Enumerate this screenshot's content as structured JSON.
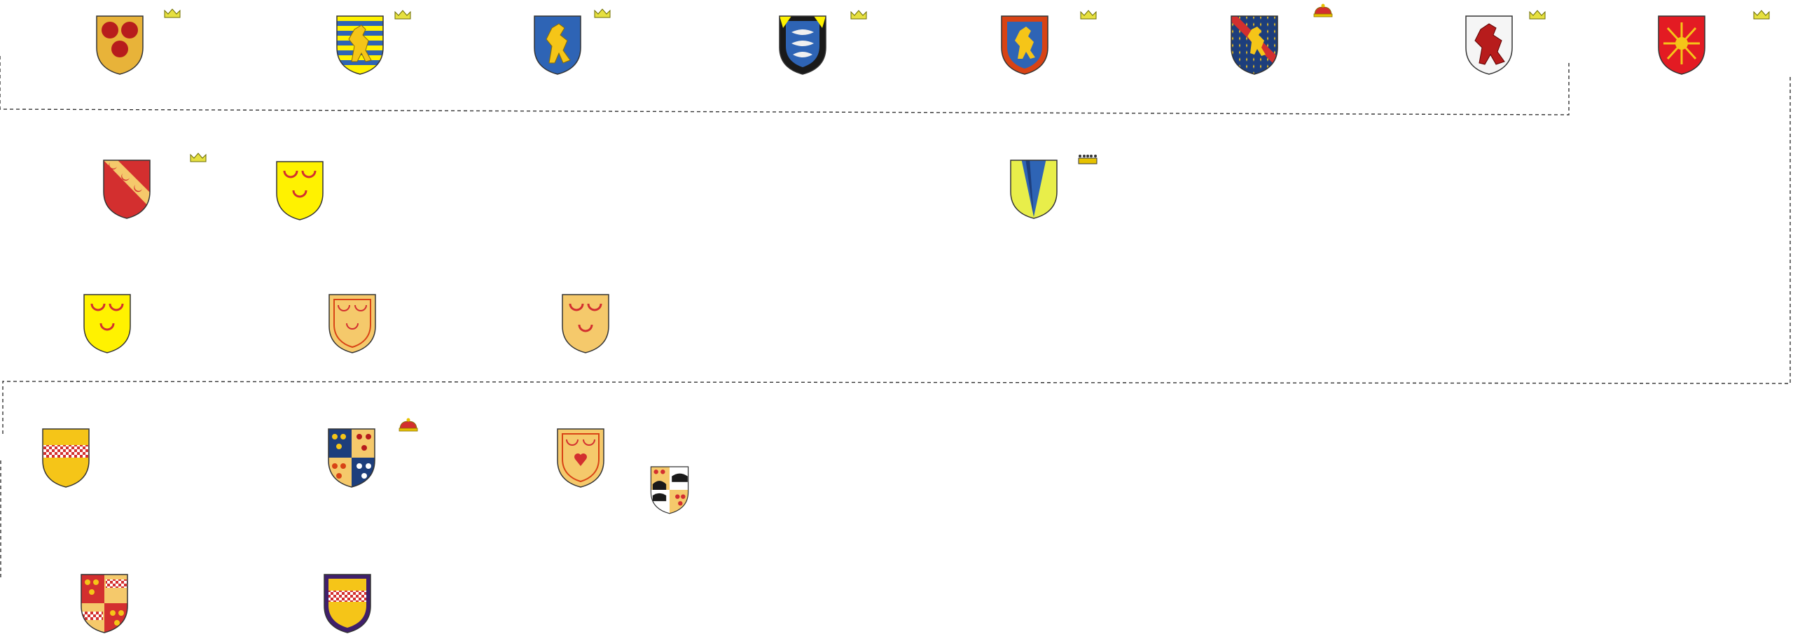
{
  "colors": {
    "gold": "#e8b339",
    "yellow": "#fff200",
    "orangeGold": "#f5c518",
    "red": "#d32f2f",
    "darkRed": "#b71c1c",
    "blue": "#2e64b5",
    "navy": "#1d3e7c",
    "purple": "#3f1f6b",
    "black": "#1a1a1a",
    "white": "#ffffff",
    "crownGold": "#e6e040",
    "dashLine": "#333333"
  },
  "shields": [
    {
      "id": "roundels-three",
      "icon": "shield-gold-three-roundels-icon",
      "crown": "gold-crown"
    },
    {
      "id": "barry-lion",
      "icon": "shield-barry-lion-icon",
      "crown": "gold-crown"
    },
    {
      "id": "blue-lion",
      "icon": "shield-blue-lion-icon",
      "crown": "gold-crown"
    },
    {
      "id": "black-bordure-fish",
      "icon": "shield-black-bordure-fish-icon",
      "crown": "gold-crown"
    },
    {
      "id": "blue-lion-red-bordure",
      "icon": "shield-blue-lion-red-bordure-icon",
      "crown": "gold-crown"
    },
    {
      "id": "navy-semy-bend",
      "icon": "shield-navy-semy-bend-icon",
      "crown": "royal-crown"
    },
    {
      "id": "white-red-lion",
      "icon": "shield-white-red-lion-icon",
      "crown": "gold-crown"
    },
    {
      "id": "red-escarbuncle",
      "icon": "shield-red-escarbuncle-icon",
      "crown": "gold-crown"
    },
    {
      "id": "red-bend-crescents",
      "icon": "shield-red-bend-crescents-icon",
      "crown": "gold-crown"
    },
    {
      "id": "yellow-three-crescents",
      "icon": "shield-yellow-three-crescents-icon",
      "crown": "none"
    },
    {
      "id": "yellow-blue-pile",
      "icon": "shield-yellow-blue-pile-icon",
      "crown": "count-crown"
    },
    {
      "id": "yellow-three-crescents-2",
      "icon": "shield-yellow-three-crescents-icon",
      "crown": "none"
    },
    {
      "id": "gold-crescents-orle",
      "icon": "shield-gold-crescents-orle-icon",
      "crown": "none"
    },
    {
      "id": "gold-three-crescents",
      "icon": "shield-gold-three-crescents-icon",
      "crown": "none"
    },
    {
      "id": "yellow-checky-fess",
      "icon": "shield-yellow-checky-fess-icon",
      "crown": "none"
    },
    {
      "id": "quartered-blue-gold",
      "icon": "shield-quartered-blue-gold-icon",
      "crown": "royal-crown"
    },
    {
      "id": "gold-orle-heart",
      "icon": "shield-gold-orle-heart-icon",
      "crown": "none"
    },
    {
      "id": "quartered-black-white-small",
      "icon": "shield-quartered-black-white-icon",
      "crown": "none"
    },
    {
      "id": "quartered-red-checky",
      "icon": "shield-quartered-red-checky-icon",
      "crown": "none"
    },
    {
      "id": "purple-bordure-checky",
      "icon": "shield-purple-bordure-checky-fess-icon",
      "crown": "none"
    }
  ]
}
